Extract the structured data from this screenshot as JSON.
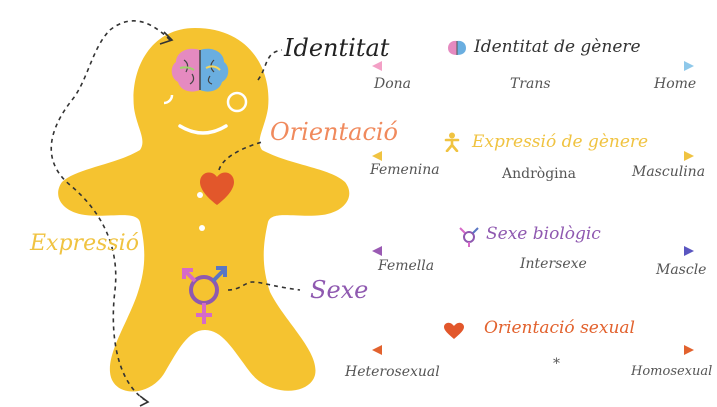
{
  "figure": {
    "labels": {
      "identitat": "Identitat",
      "orientacio": "Orientació",
      "expressio": "Expressió",
      "sexe": "Sexe"
    },
    "colors": {
      "body": "#f5c330",
      "identitat_label": "#222222",
      "orientacio_label": "#f08a5d",
      "expressio_label": "#f0c341",
      "sexe_label": "#8f59b0",
      "heart": "#e2572b",
      "symbol_pink": "#d66ac8",
      "symbol_blue": "#5a77c3"
    },
    "icons": {
      "brain": "brain-icon",
      "heart": "heart-icon",
      "sex_symbol": "transgender-symbol-icon"
    }
  },
  "spectra": [
    {
      "key": "identity",
      "title": "Identitat de gènere",
      "icon": "brain-icon",
      "left": "Dona",
      "middle": "Trans",
      "right": "Home",
      "colors": [
        "#f3a0c6",
        "#f6d65b",
        "#8ec8ea"
      ]
    },
    {
      "key": "expression",
      "title": "Expressió de gènere",
      "icon": "person-icon",
      "left": "Femenina",
      "middle": "Andrògina",
      "right": "Masculina",
      "colors": [
        "#f0c341",
        "#f0c341",
        "#f0c341"
      ]
    },
    {
      "key": "sex",
      "title": "Sexe biològic",
      "icon": "transgender-symbol-icon",
      "left": "Femella",
      "middle": "Intersexe",
      "right": "Mascle",
      "colors": [
        "#9a5ab3",
        "#7a58b8",
        "#5a56c0"
      ]
    },
    {
      "key": "orientation",
      "title": "Orientació sexual",
      "icon": "heart-icon",
      "left": "Heterosexual",
      "middle": "*",
      "right": "Homosexual",
      "colors": [
        "#e2622e",
        "#e2622e",
        "#e2622e"
      ]
    }
  ]
}
